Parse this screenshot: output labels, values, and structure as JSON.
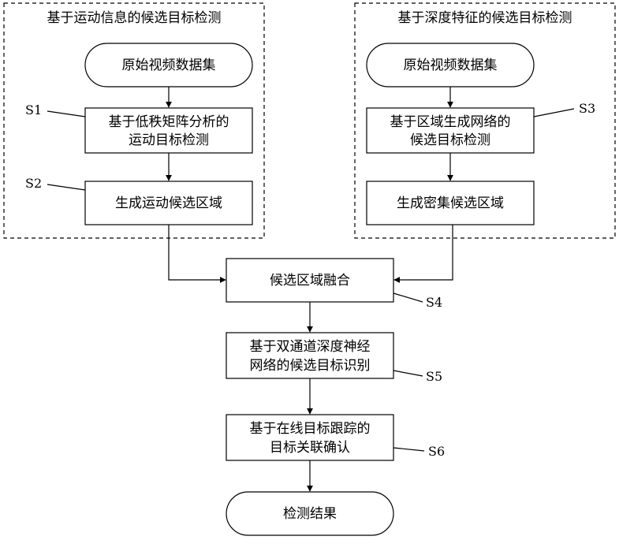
{
  "groups": {
    "left_title": "基于运动信息的候选目标检测",
    "right_title": "基于深度特征的候选目标检测"
  },
  "nodes": {
    "left_source": "原始视频数据集",
    "left_s1": [
      "基于低秩矩阵分析的",
      "运动目标检测"
    ],
    "left_s2": "生成运动候选区域",
    "right_source": "原始视频数据集",
    "right_s3": [
      "基于区域生成网络的",
      "候选目标检测"
    ],
    "right_dense": "生成密集候选区域",
    "fusion": "候选区域融合",
    "recognition": [
      "基于双通道深度神经",
      "网络的候选目标识别"
    ],
    "tracking": [
      "基于在线目标跟踪的",
      "目标关联确认"
    ],
    "result": "检测结果"
  },
  "steps": {
    "s1": "S1",
    "s2": "S2",
    "s3": "S3",
    "s4": "S4",
    "s5": "S5",
    "s6": "S6"
  }
}
